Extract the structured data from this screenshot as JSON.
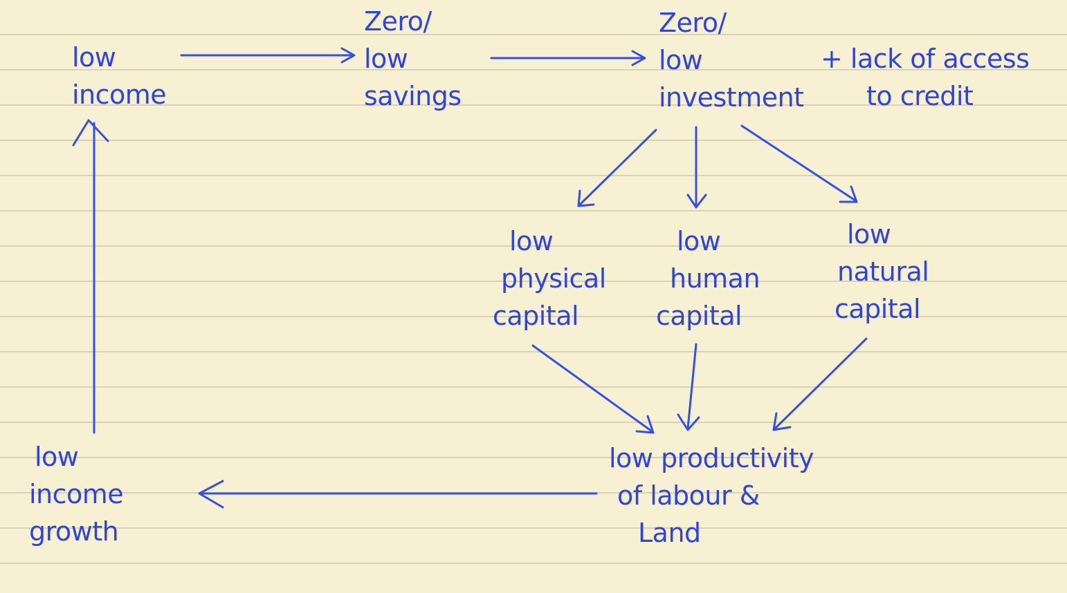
{
  "diagram": {
    "nodes": {
      "low_income": [
        "low",
        "income"
      ],
      "low_savings": [
        "Zero/",
        "low",
        "savings"
      ],
      "low_investment": [
        "Zero/",
        "low",
        "investment"
      ],
      "credit_note": [
        "+ lack of access",
        "to credit"
      ],
      "physical_capital": [
        "low",
        "physical",
        "capital"
      ],
      "human_capital": [
        "low",
        "human",
        "capital"
      ],
      "natural_capital": [
        "low",
        "natural",
        "capital"
      ],
      "low_productivity": [
        "low productivity",
        "of labour &",
        "Land"
      ],
      "low_income_growth": [
        "low",
        "income",
        "growth"
      ]
    },
    "ink_color": "#3350e6",
    "paper_color": "#f7f0d2",
    "rule_color": "#d9d2b8"
  }
}
